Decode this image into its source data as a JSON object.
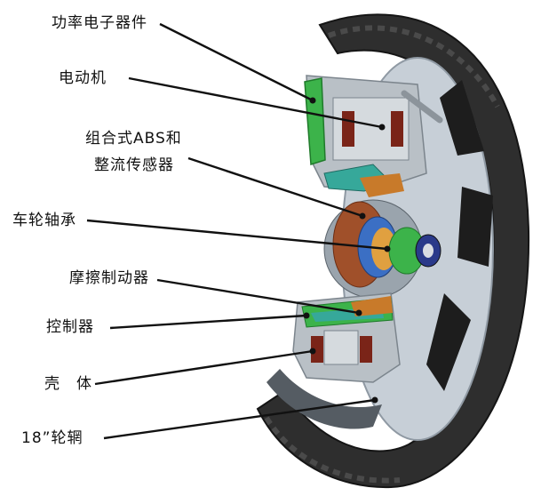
{
  "labels": {
    "power_electronics": "功率电子器件",
    "motor": "电动机",
    "abs_line1": "组合式ABS和",
    "abs_line2": "整流传感器",
    "wheel_bearing": "车轮轴承",
    "friction_brake": "摩擦制动器",
    "controller": "控制器",
    "housing": "壳　体",
    "rim": "18”轮辋"
  },
  "colors": {
    "tire": "#2e2e2e",
    "rim_disc": "#c7cfd7",
    "housing_grey": "#b9c0c6",
    "green": "#3cb34a",
    "teal": "#36a89a",
    "orange": "#c87a2a",
    "blue": "#3b6fc4",
    "dark_red": "#8a2a1a"
  }
}
